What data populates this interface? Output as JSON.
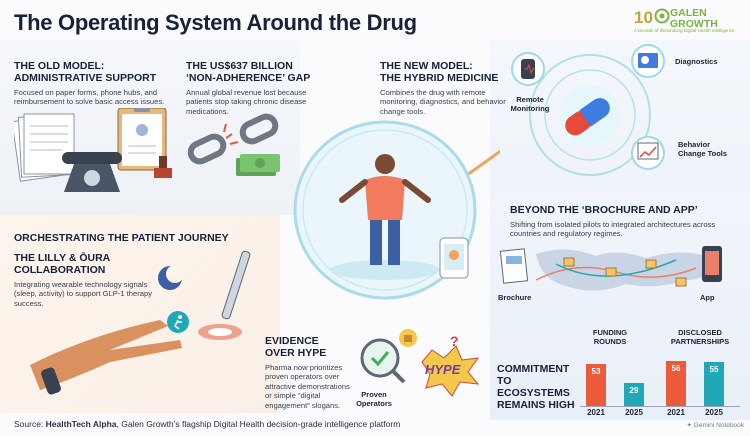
{
  "title": "The Operating System Around the Drug",
  "logo": {
    "anniversary": "10",
    "brand": "GALEN GROWTH",
    "tagline": "A Decade of Illuminating Digital Health Intelligence"
  },
  "old_model": {
    "heading_line1": "THE OLD MODEL:",
    "heading_line2": "ADMINISTRATIVE SUPPORT",
    "body": "Focused on paper forms, phone hubs, and reimbursement to solve basic access issues."
  },
  "gap": {
    "heading_line1": "THE US$637 BILLION",
    "heading_line2": "‘NON-ADHERENCE’ GAP",
    "body": "Annual global revenue lost because patients stop taking chronic disease medications."
  },
  "new_model": {
    "heading_line1": "THE NEW MODEL:",
    "heading_line2": "THE HYBRID MEDICINE",
    "body": "Combines the drug with remote monitoring, diagnostics, and behavior change tools.",
    "nodes": {
      "remote": [
        "Remote",
        "Monitoring"
      ],
      "diagnostics": "Diagnostics",
      "behavior": [
        "Behavior",
        "Change Tools"
      ]
    }
  },
  "journey": {
    "heading": "ORCHESTRATING THE PATIENT JOURNEY",
    "sub_line1": "THE LILLY & ŌURA",
    "sub_line2": "COLLABORATION",
    "body": "Integrating wearable technology signals (sleep, activity) to support GLP-1 therapy success."
  },
  "evidence": {
    "heading_line1": "EVIDENCE",
    "heading_line2": "OVER HYPE",
    "body": "Pharma now prioritizes proven operators over attractive demonstrations or simple “digital engagement” slogans.",
    "proven_label": [
      "Proven",
      "Operators"
    ],
    "hype_word": "HYPE"
  },
  "beyond": {
    "heading": "BEYOND THE ‘BROCHURE AND APP’",
    "body": "Shifting from isolated pilots to integrated architectures across countries and regulatory regimes.",
    "brochure_label": "Brochure",
    "app_label": "App"
  },
  "commitment": {
    "heading_line1": "COMMITMENT",
    "heading_line2": "TO ECOSYSTEMS",
    "heading_line3": "REMAINS HIGH",
    "funding_label": [
      "FUNDING",
      "ROUNDS"
    ],
    "partnership_label": [
      "DISCLOSED",
      "PARTNERSHIPS"
    ]
  },
  "chart_data": [
    {
      "type": "bar",
      "title": "FUNDING ROUNDS",
      "categories": [
        "2021",
        "2025"
      ],
      "values": [
        53,
        29
      ],
      "colors": [
        "#ec5a3c",
        "#20a8b8"
      ]
    },
    {
      "type": "bar",
      "title": "DISCLOSED PARTNERSHIPS",
      "categories": [
        "2021",
        "2025"
      ],
      "values": [
        56,
        55
      ],
      "colors": [
        "#ec5a3c",
        "#20a8b8"
      ]
    }
  ],
  "footer": {
    "prefix": "Source: ",
    "bold": "HealthTech Alpha",
    "rest": ", Galen Growth’s flagship Digital Health decision-grade intelligence platform"
  },
  "gemini": "✦ Gemini Notebook",
  "colors": {
    "accent_orange": "#ec5a3c",
    "accent_teal": "#20a8b8",
    "navy": "#16213a"
  }
}
